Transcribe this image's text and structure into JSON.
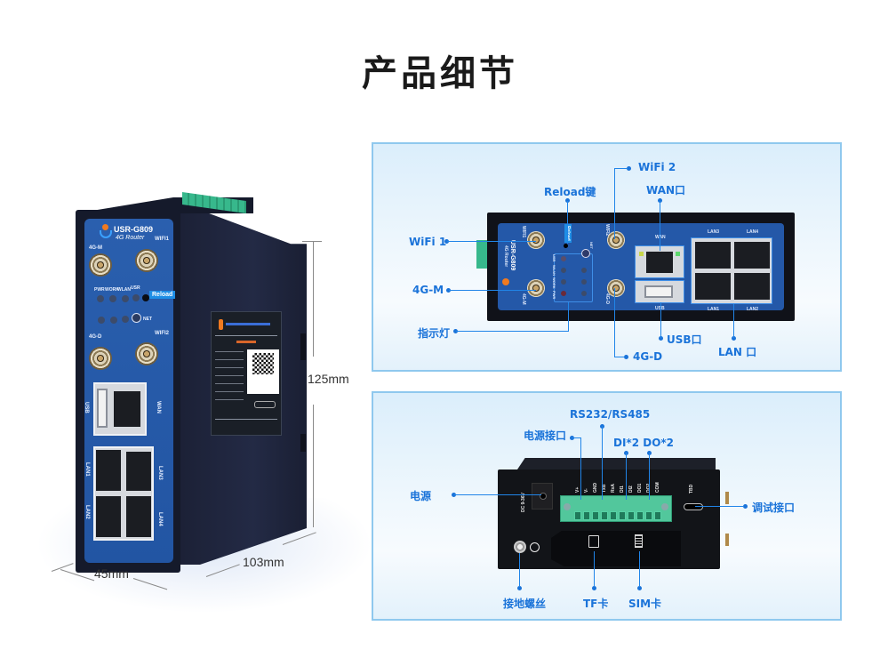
{
  "page": {
    "title": "产品细节"
  },
  "device_3d": {
    "model": "USR-G809",
    "subtitle": "4G Router",
    "front_labels": {
      "antenna_4g_m": "4G-M",
      "antenna_wifi1": "WIFI1",
      "antenna_4g_d": "4G-D",
      "antenna_wifi2": "WIFI2",
      "leds": [
        "PWR",
        "WORK",
        "WLAN",
        "USR"
      ],
      "net": "NET",
      "reload": "Reload",
      "usb": "USB",
      "wan": "WAN",
      "lan1": "LAN1",
      "lan2": "LAN2",
      "lan3": "LAN3",
      "lan4": "LAN4"
    },
    "dimensions": {
      "height": "125mm",
      "width": "45mm",
      "depth": "103mm"
    }
  },
  "front_view": {
    "model": "USR-G809",
    "subtitle": "4G Router",
    "port_labels": {
      "wifi1": "WIFI1",
      "wifi2": "WIFI2",
      "m4g": "4G-M",
      "d4g": "4G-D",
      "reload": "Reload",
      "net": "NET",
      "leds": [
        "PWR",
        "WORK",
        "WLAN",
        "USR"
      ],
      "wan": "WAN",
      "usb": "USB",
      "lan1": "LAN1",
      "lan2": "LAN2",
      "lan3": "LAN3",
      "lan4": "LAN4"
    },
    "callouts": {
      "wifi1": "WiFi 1",
      "m4g": "4G-M",
      "indicator": "指示灯",
      "reload": "Reload键",
      "wifi2": "WiFi 2",
      "wan": "WAN口",
      "d4g": "4G-D",
      "usb": "USB口",
      "lan": "LAN 口"
    }
  },
  "rear_view": {
    "power_jack_label": "DC 9-36V",
    "debug_port_label": "TBD",
    "pins": [
      "V+",
      "V-",
      "GND",
      "TxB",
      "RxA",
      "DI1",
      "DI2",
      "DO1",
      "DO2",
      "COM"
    ],
    "callouts": {
      "power": "电源",
      "power_port": "电源接口",
      "serial": "RS232/RS485",
      "dio": "DI*2 DO*2",
      "debug": "调试接口",
      "ground": "接地螺丝",
      "tf": "TF卡",
      "sim": "SIM卡"
    }
  },
  "colors": {
    "accent": "#1a73d9",
    "panel_border": "#8fc8ee",
    "device_blue": "#2458a8",
    "terminal_green": "#52c79c"
  }
}
